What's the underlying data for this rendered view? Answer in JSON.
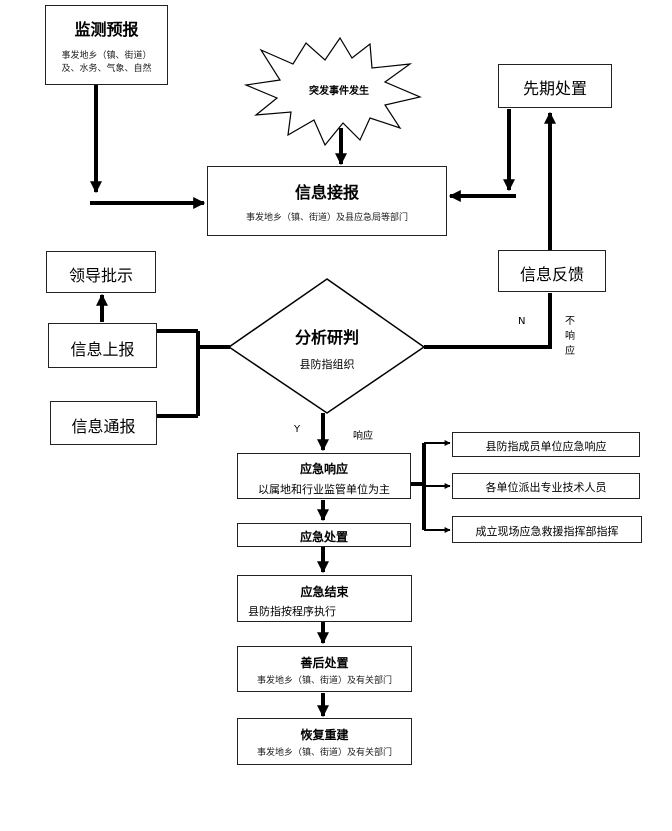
{
  "nodes": {
    "monitor": {
      "title": "监测预报",
      "sub1": "事发地乡（镇、街道）",
      "sub2": "及、水务、气象、自然"
    },
    "event": {
      "title": "突发事件发生"
    },
    "early_disposal": {
      "title": "先期处置"
    },
    "info_receive": {
      "title": "信息接报",
      "sub": "事发地乡（镇、街道）及县应急局等部门"
    },
    "leader": {
      "title": "领导批示"
    },
    "feedback": {
      "title": "信息反馈"
    },
    "report": {
      "title": "信息上报"
    },
    "notify": {
      "title": "信息通报"
    },
    "analysis": {
      "title": "分析研判",
      "sub": "县防指组织"
    },
    "response": {
      "title": "应急响应",
      "sub": "以属地和行业监管单位为主"
    },
    "handling": {
      "title": "应急处置"
    },
    "end": {
      "title": "应急结束",
      "sub": "县防指按程序执行"
    },
    "aftermath": {
      "title": "善后处置",
      "sub": "事发地乡（镇、街道）及有关部门"
    },
    "rebuild": {
      "title": "恢复重建",
      "sub": "事发地乡（镇、街道）及有关部门"
    },
    "side1": {
      "title": "县防指成员单位应急响应"
    },
    "side2": {
      "title": "各单位派出专业技术人员"
    },
    "side3": {
      "title": "成立现场应急救援指挥部指挥"
    }
  },
  "labels": {
    "n": "N",
    "no_response": [
      "不",
      "响",
      "应"
    ],
    "y": "Y",
    "respond": "响应"
  }
}
